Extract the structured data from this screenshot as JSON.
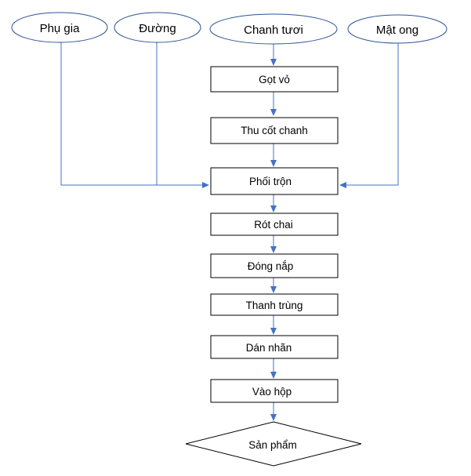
{
  "diagram": {
    "inputs": {
      "phu_gia": "Phụ gia",
      "duong": "Đường",
      "chanh_tuoi": "Chanh tươi",
      "mat_ong": "Mật ong"
    },
    "steps": {
      "got_vo": "Gọt vỏ",
      "thu_cot_chanh": "Thu cốt chanh",
      "phoi_tron": "Phối trộn",
      "rot_chai": "Rót chai",
      "dong_nap": "Đóng nắp",
      "thanh_trung": "Thanh trùng",
      "dan_nhan": "Dán nhãn",
      "vao_hop": "Vào hộp"
    },
    "output": "Sản phẩm"
  },
  "colors": {
    "connector": "#4472C4",
    "shape_stroke": "#000000",
    "ellipse_stroke": "#2F5597"
  }
}
